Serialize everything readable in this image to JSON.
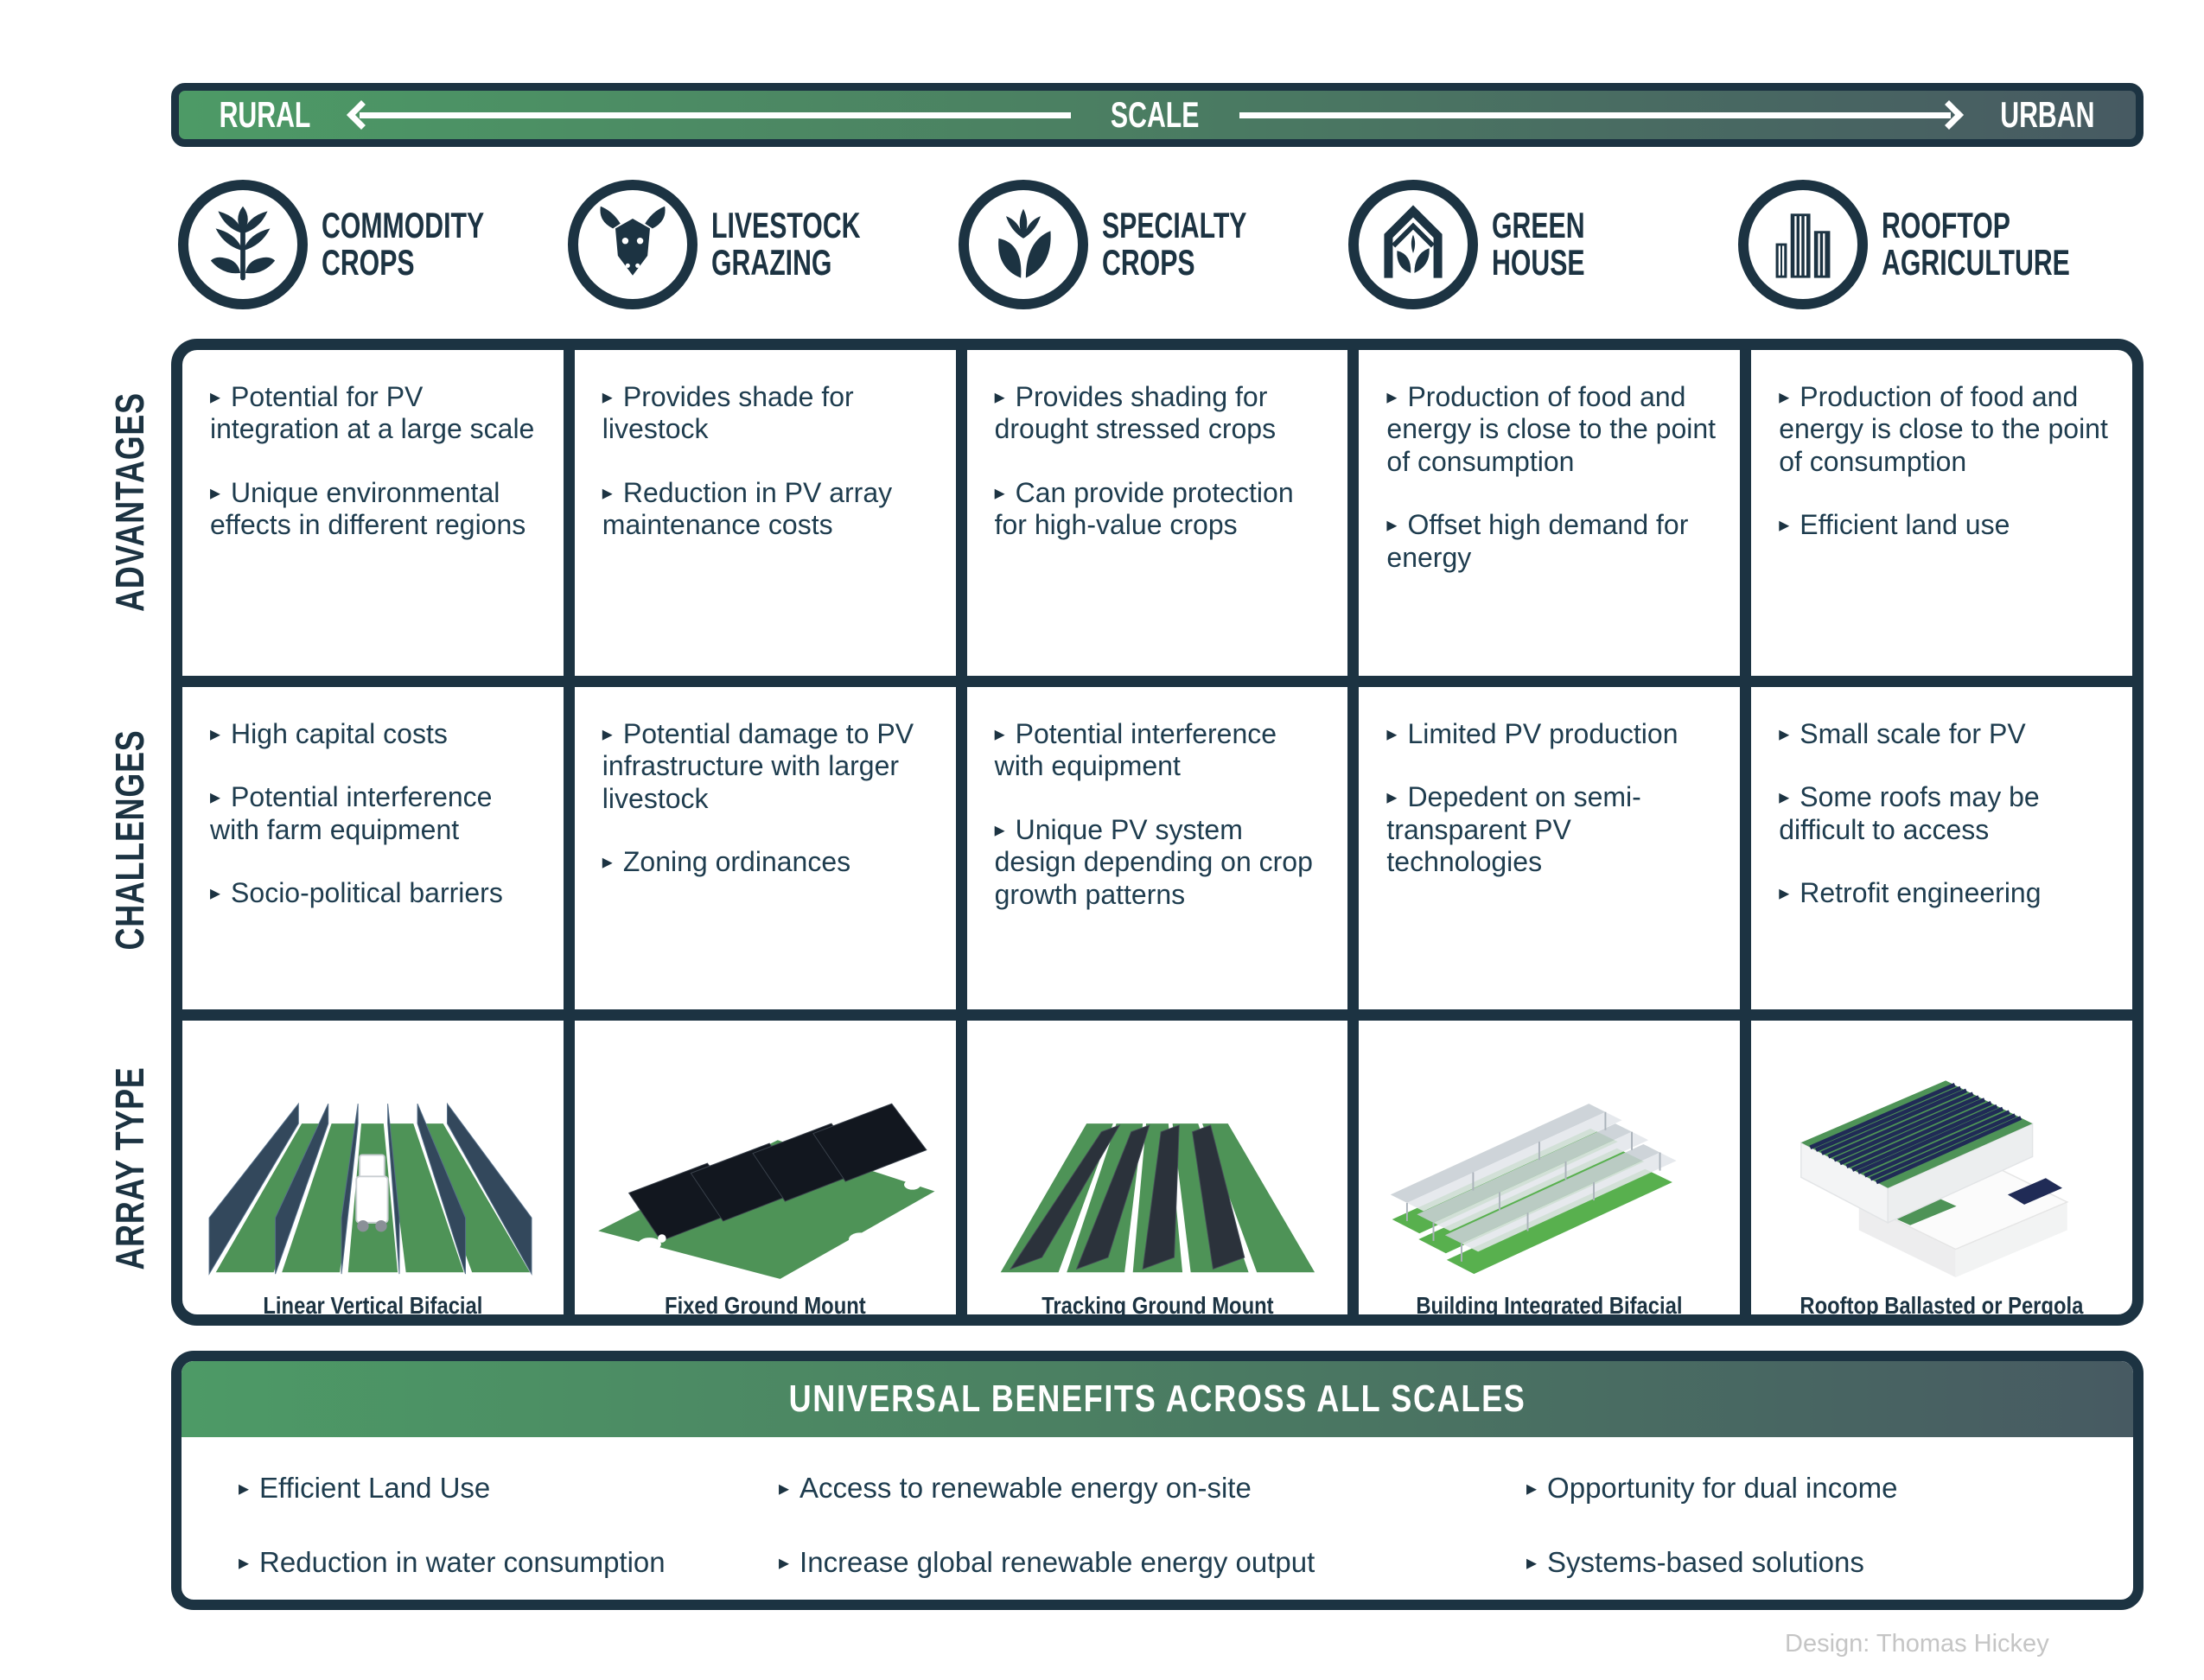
{
  "scale_bar": {
    "left": "RURAL",
    "center": "SCALE",
    "right": "URBAN"
  },
  "glyphs": {
    "bullet": "▸"
  },
  "colors": {
    "navy": "#1c3342",
    "gradient_green": "#4d9a66",
    "gradient_slate": "#475a62",
    "field_green": "#4e9357",
    "bright_green": "#58b04e",
    "panel_dark": "#12171f",
    "panel_blue": "#202b56",
    "credit_gray": "#c5c5c5"
  },
  "row_labels": [
    "ADVANTAGES",
    "CHALLENGES",
    "ARRAY TYPE"
  ],
  "columns": [
    {
      "id": "commodity-crops",
      "icon": "wheat-icon",
      "label_line1": "COMMODITY",
      "label_line2": "CROPS",
      "advantages": [
        "Potential for PV integration at a large scale",
        "Unique environmental effects in different regions"
      ],
      "challenges": [
        "High capital costs",
        "Potential interference with farm equipment",
        "Socio-political barriers"
      ],
      "array_type": "Linear Vertical Bifacial"
    },
    {
      "id": "livestock-grazing",
      "icon": "cattle-icon",
      "label_line1": "LIVESTOCK",
      "label_line2": "GRAZING",
      "advantages": [
        "Provides shade for livestock",
        "Reduction in PV array maintenance costs"
      ],
      "challenges": [
        "Potential damage to PV infrastructure with larger livestock",
        "Zoning ordinances"
      ],
      "array_type": "Fixed Ground Mount"
    },
    {
      "id": "specialty-crops",
      "icon": "leaf-icon",
      "label_line1": "SPECIALTY",
      "label_line2": "CROPS",
      "advantages": [
        "Provides shading for drought stressed crops",
        "Can provide protection for high-value crops"
      ],
      "challenges": [
        "Potential interference with equipment",
        "Unique PV system design depending on crop growth patterns"
      ],
      "array_type": "Tracking Ground Mount"
    },
    {
      "id": "green-house",
      "icon": "greenhouse-icon",
      "label_line1": "GREEN",
      "label_line2": "HOUSE",
      "advantages": [
        "Production of food and energy is close to the point of consumption",
        "Offset high demand for energy"
      ],
      "challenges": [
        "Limited PV production",
        "Depedent on semi-transparent PV technologies"
      ],
      "array_type": "Building Integrated Bifacial"
    },
    {
      "id": "rooftop-agriculture",
      "icon": "buildings-icon",
      "label_line1": "ROOFTOP",
      "label_line2": "AGRICULTURE",
      "advantages": [
        "Production of food and energy is close to the point of consumption",
        "Efficient land use"
      ],
      "challenges": [
        "Small scale for PV",
        "Some roofs may be difficult to access",
        "Retrofit engineering"
      ],
      "array_type": "Rooftop Ballasted or Pergola"
    }
  ],
  "universal": {
    "title": "UNIVERSAL BENEFITS ACROSS ALL SCALES",
    "benefits": [
      "Efficient Land Use",
      "Access to renewable energy on-site",
      "Opportunity for dual income",
      "Reduction in water consumption",
      "Increase global renewable energy output",
      "Systems-based solutions"
    ]
  },
  "credit": "Design: Thomas Hickey"
}
